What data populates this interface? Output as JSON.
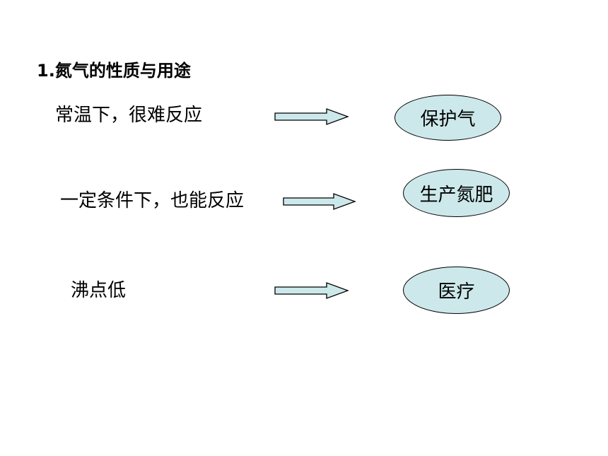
{
  "title": "1.氮气的性质与用途",
  "rows": [
    {
      "property": "常温下，很难反应",
      "use": "保护气"
    },
    {
      "property": "一定条件下，也能反应",
      "use": "生产氮肥"
    },
    {
      "property": "沸点低",
      "use": "医疗"
    }
  ],
  "colors": {
    "oval_fill": "#cce8ea",
    "arrow_fill": "#cce8ea",
    "stroke": "#000000"
  },
  "icons": {
    "arrow": "right-block-arrow-icon"
  }
}
